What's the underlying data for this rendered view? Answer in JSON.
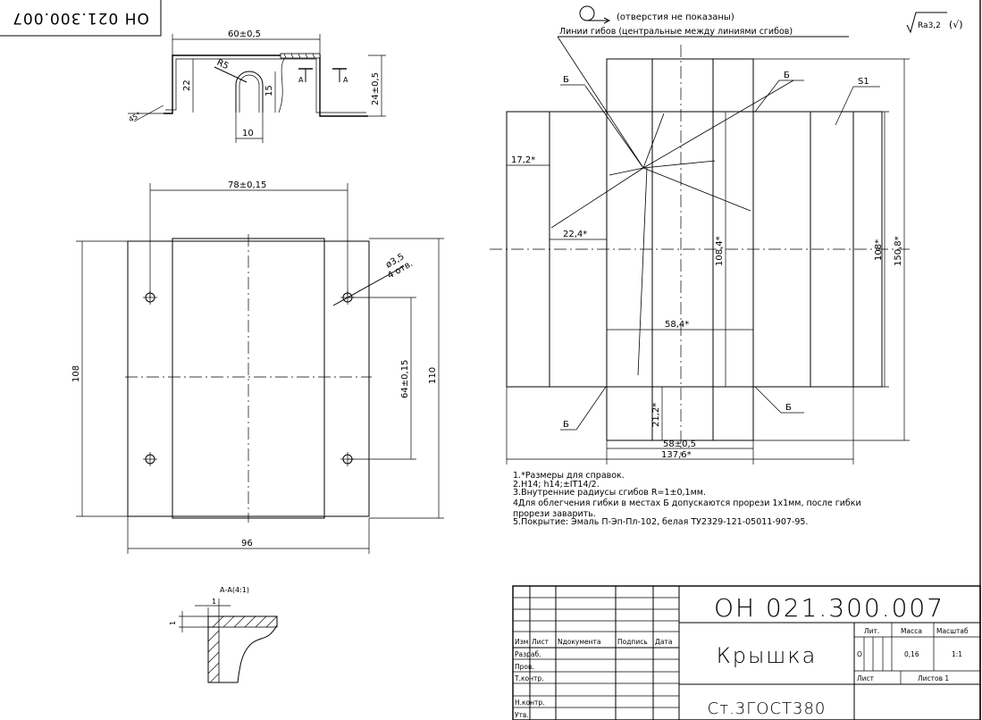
{
  "stamp_top": "ОН 021.300.007",
  "roughness": "Ra3,2",
  "roughness_check": "(√)",
  "symbol_note": "(отверстия не показаны)",
  "bend_lines_label": "Линии гибов (центральные между линиями сгибов)",
  "top_view": {
    "width": "60±0,5",
    "height_left": "22",
    "height_right": "24±0,5",
    "radius": "R5",
    "slot_h": "15",
    "slot_w": "10",
    "section_a": "A",
    "angle": "45°"
  },
  "plan_view": {
    "dim_top": "78±0,15",
    "hole": "ø3,5",
    "hole_count": "4 отв.",
    "dim_left": "108",
    "dim_right": "110",
    "dim_inner": "64±0,15",
    "dim_bottom": "96"
  },
  "section": {
    "title": "А-А(4:1)",
    "t1": "1",
    "t2": "1"
  },
  "flat": {
    "b": "Б",
    "s1": "S1",
    "d1": "17,2*",
    "d2": "22,4*",
    "d3": "108,4*",
    "d4": "58,4*",
    "d5": "108*",
    "d6": "150,8*",
    "d7": "21,2*",
    "d8": "58±0,5",
    "d9": "137,6*"
  },
  "notes": [
    "1.*Размеры для справок.",
    "2.H14; h14;±IT14/2.",
    "3.Внутренние радиусы сгибов R=1±0,1мм.",
    "4Для облегчения гибки в местах Б допускаются прорези 1х1мм, после гибки",
    "прорези заварить.",
    "5.Покрытие: Эмаль П-Эп-Пл-102, белая ТУ2329-121-05011-907-95."
  ],
  "title_block": {
    "designation": "ОН 021.300.007",
    "name": "Крышка",
    "material": "Ст.3ГОСТ380",
    "col_izm": "Изм",
    "col_list": "Лист",
    "col_doc": "Nдокумента",
    "col_sign": "Подпись",
    "col_date": "Дата",
    "razrab": "Разраб.",
    "prov": "Пров.",
    "tkontr": "Т.контр.",
    "nkontr": "Н.контр.",
    "utv": "Утв.",
    "lit": "Лит.",
    "massa": "Масса",
    "masshtab": "Масштаб",
    "lit_val": "О",
    "massa_val": "0,16",
    "masshtab_val": "1:1",
    "list": "Лист",
    "listov": "Листов 1"
  }
}
